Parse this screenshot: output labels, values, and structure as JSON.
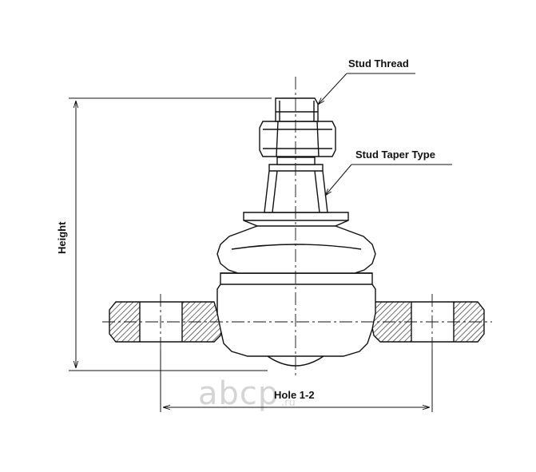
{
  "labels": {
    "stud_thread": "Stud Thread",
    "stud_taper_type": "Stud Taper Type",
    "height": "Height",
    "hole": "Hole 1-2"
  },
  "watermark": {
    "brand": "abcp",
    "domain": ".ru"
  },
  "colors": {
    "line": "#111111",
    "hatch": "#222222",
    "watermark": "#d4d4d4"
  }
}
